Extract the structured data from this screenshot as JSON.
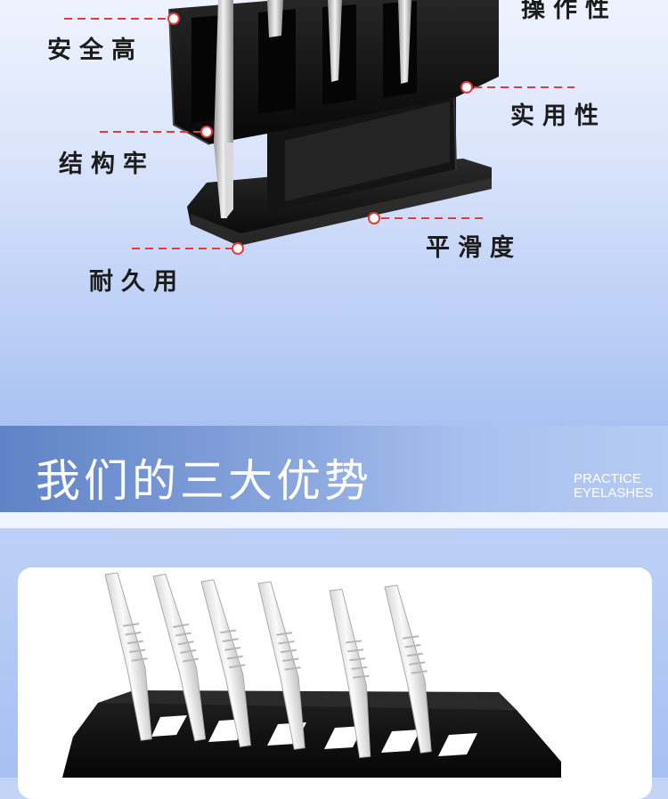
{
  "callouts": [
    {
      "label": "安全高"
    },
    {
      "label": "操作性"
    },
    {
      "label": "实用性"
    },
    {
      "label": "结构牢"
    },
    {
      "label": "平滑度"
    },
    {
      "label": "耐久用"
    }
  ],
  "advantages_band": {
    "title": "我们的三大优势",
    "subtitle_line1": "PRACTICE",
    "subtitle_line2": "EYELASHES"
  },
  "colors": {
    "callout_dash": "#e53a3a",
    "band_start": "#5f83c6",
    "band_end": "#b6cbf3",
    "holder_black": "#111111"
  }
}
